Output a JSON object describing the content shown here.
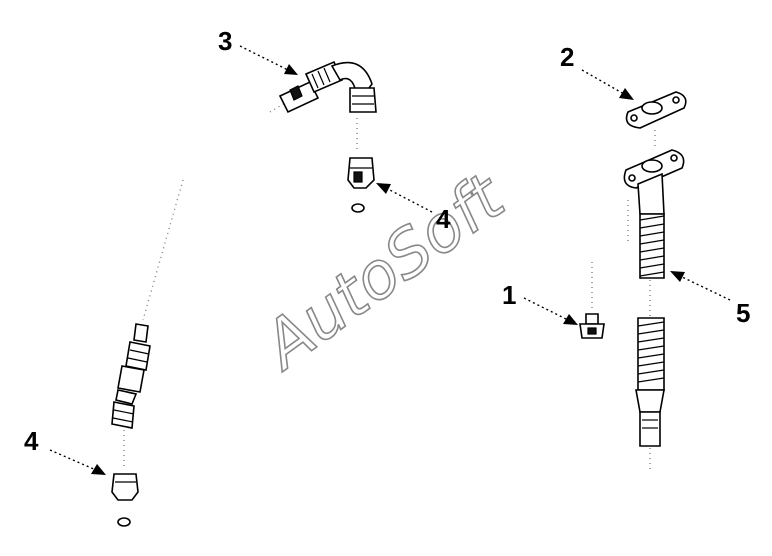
{
  "callouts": [
    {
      "id": "1",
      "label": "1"
    },
    {
      "id": "2",
      "label": "2"
    },
    {
      "id": "3",
      "label": "3"
    },
    {
      "id": "4a",
      "label": "4"
    },
    {
      "id": "4b",
      "label": "4"
    },
    {
      "id": "5",
      "label": "5"
    }
  ],
  "watermark": "AutoSoft"
}
